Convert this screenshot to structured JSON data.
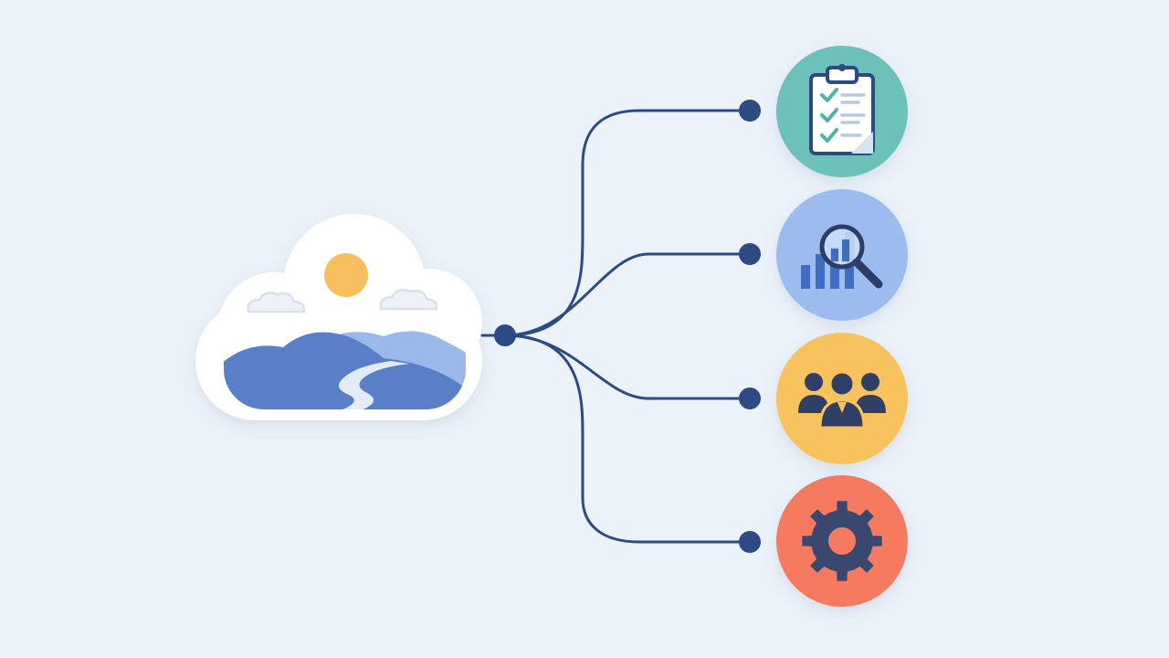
{
  "diagram": {
    "background": "#ecf2fa",
    "connector_color": "#2c4a86",
    "hub": {
      "icon": "cloud-landscape-icon",
      "sun_color": "#f8bf5e",
      "mountain_dark": "#5a7fc9",
      "mountain_light": "#9bb8ea",
      "river_color": "#e3ebf9"
    },
    "branches": [
      {
        "id": "checklist",
        "icon": "clipboard-checklist-icon",
        "color": "#6cc2b8"
      },
      {
        "id": "analytics",
        "icon": "magnifier-chart-icon",
        "color": "#9cbcf0"
      },
      {
        "id": "team",
        "icon": "team-people-icon",
        "color": "#f8c25f"
      },
      {
        "id": "settings",
        "icon": "gear-icon",
        "color": "#f57a60"
      }
    ]
  }
}
